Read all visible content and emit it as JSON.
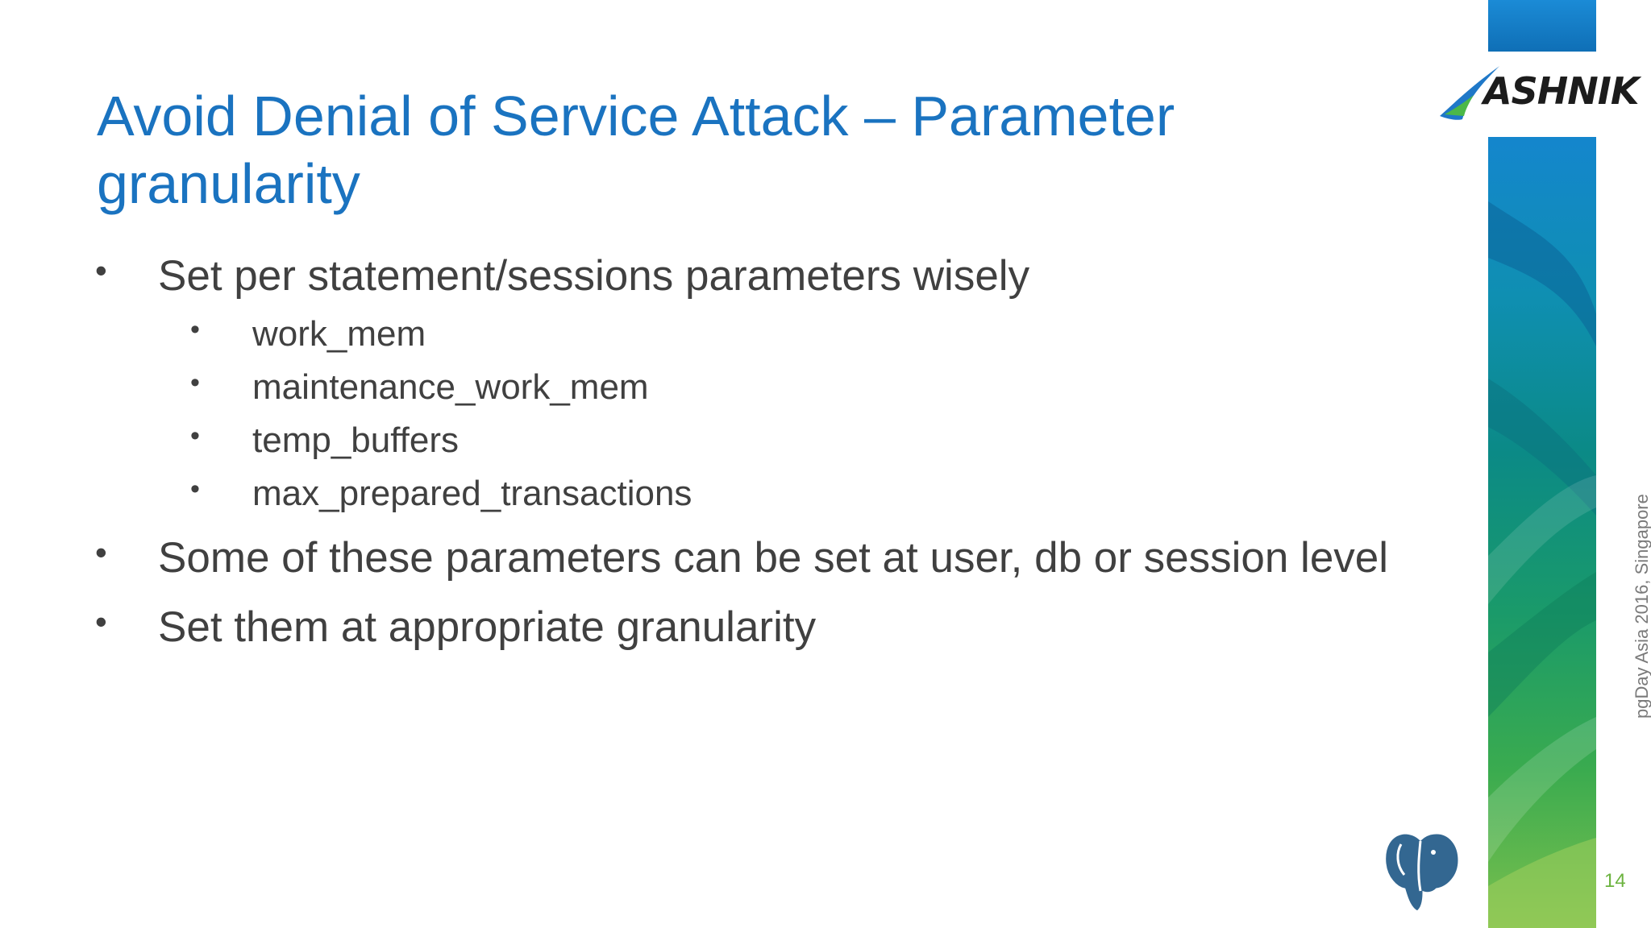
{
  "slide": {
    "title": "Avoid Denial of Service Attack – Parameter granularity",
    "bullets": [
      {
        "text": "Set per statement/sessions parameters wisely"
      },
      {
        "text": "work_mem"
      },
      {
        "text": "maintenance_work_mem"
      },
      {
        "text": "temp_buffers"
      },
      {
        "text": "max_prepared_transactions"
      },
      {
        "text": "Some of these parameters can be set at user, db or session level"
      },
      {
        "text": "Set them at appropriate granularity"
      }
    ],
    "bullet_glyph": "•",
    "footer": "pgDay Asia 2016, Singapore",
    "page_number": "14",
    "logo_text": "ASHNIK"
  },
  "colors": {
    "title": "#1a73c0",
    "body_text": "#404040",
    "page_number": "#6cb33f"
  }
}
